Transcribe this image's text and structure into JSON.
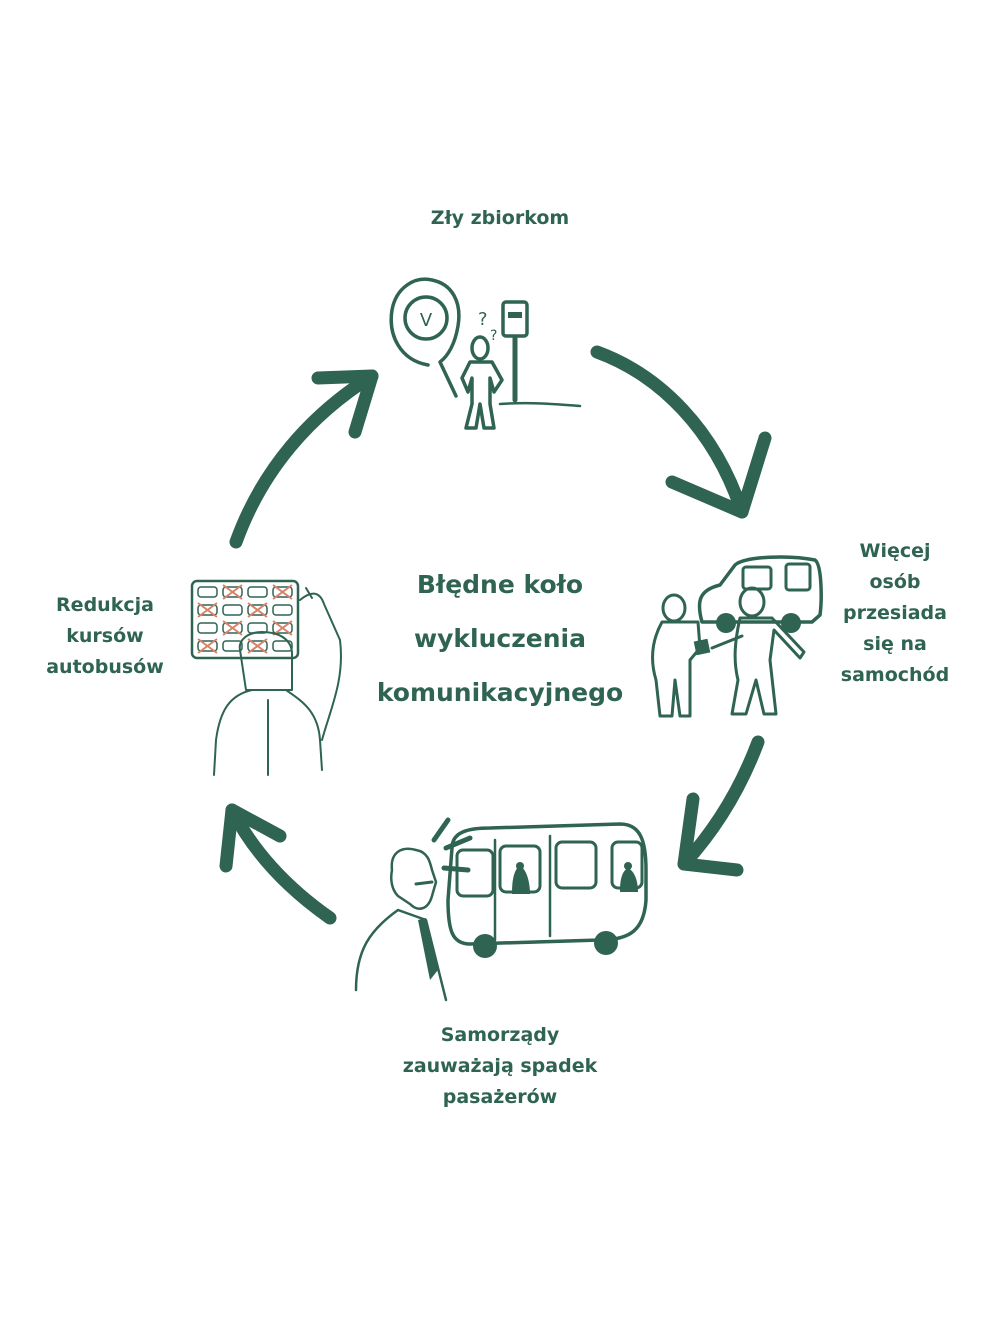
{
  "diagram": {
    "type": "cycle",
    "title_lines": [
      "Błędne koło",
      "wykluczenia",
      "komunikacyjnego"
    ],
    "accent_color": "#2f6352",
    "cross_color": "#d9826a",
    "stages": [
      {
        "id": "bad-connections",
        "label_lines": [
          "Zły zbiorkom"
        ],
        "illustration": "person-waiting-at-bus-stop-with-clock-and-question-marks"
      },
      {
        "id": "switch-to-car",
        "label_lines": [
          "Więcej",
          "osób",
          "przesiada",
          "się na",
          "samochód"
        ],
        "illustration": "person-buying-car-from-smiling-seller"
      },
      {
        "id": "fewer-passengers",
        "label_lines": [
          "Samorządy",
          "zauważają spadek",
          "pasażerów"
        ],
        "illustration": "official-looking-at-nearly-empty-bus"
      },
      {
        "id": "route-cuts",
        "label_lines": [
          "Redukcja",
          "kursów",
          "autobusów"
        ],
        "illustration": "official-crossing-out-buses-on-board"
      }
    ],
    "arrows": [
      {
        "from": "bad-connections",
        "to": "switch-to-car"
      },
      {
        "from": "switch-to-car",
        "to": "fewer-passengers"
      },
      {
        "from": "fewer-passengers",
        "to": "route-cuts"
      },
      {
        "from": "route-cuts",
        "to": "bad-connections"
      }
    ],
    "board": {
      "rows": 4,
      "cols": 4,
      "crossed": [
        [
          0,
          1
        ],
        [
          0,
          3
        ],
        [
          1,
          0
        ],
        [
          1,
          2
        ],
        [
          2,
          1
        ],
        [
          2,
          3
        ],
        [
          3,
          0
        ],
        [
          3,
          2
        ]
      ]
    },
    "clock_glyph": "V"
  }
}
